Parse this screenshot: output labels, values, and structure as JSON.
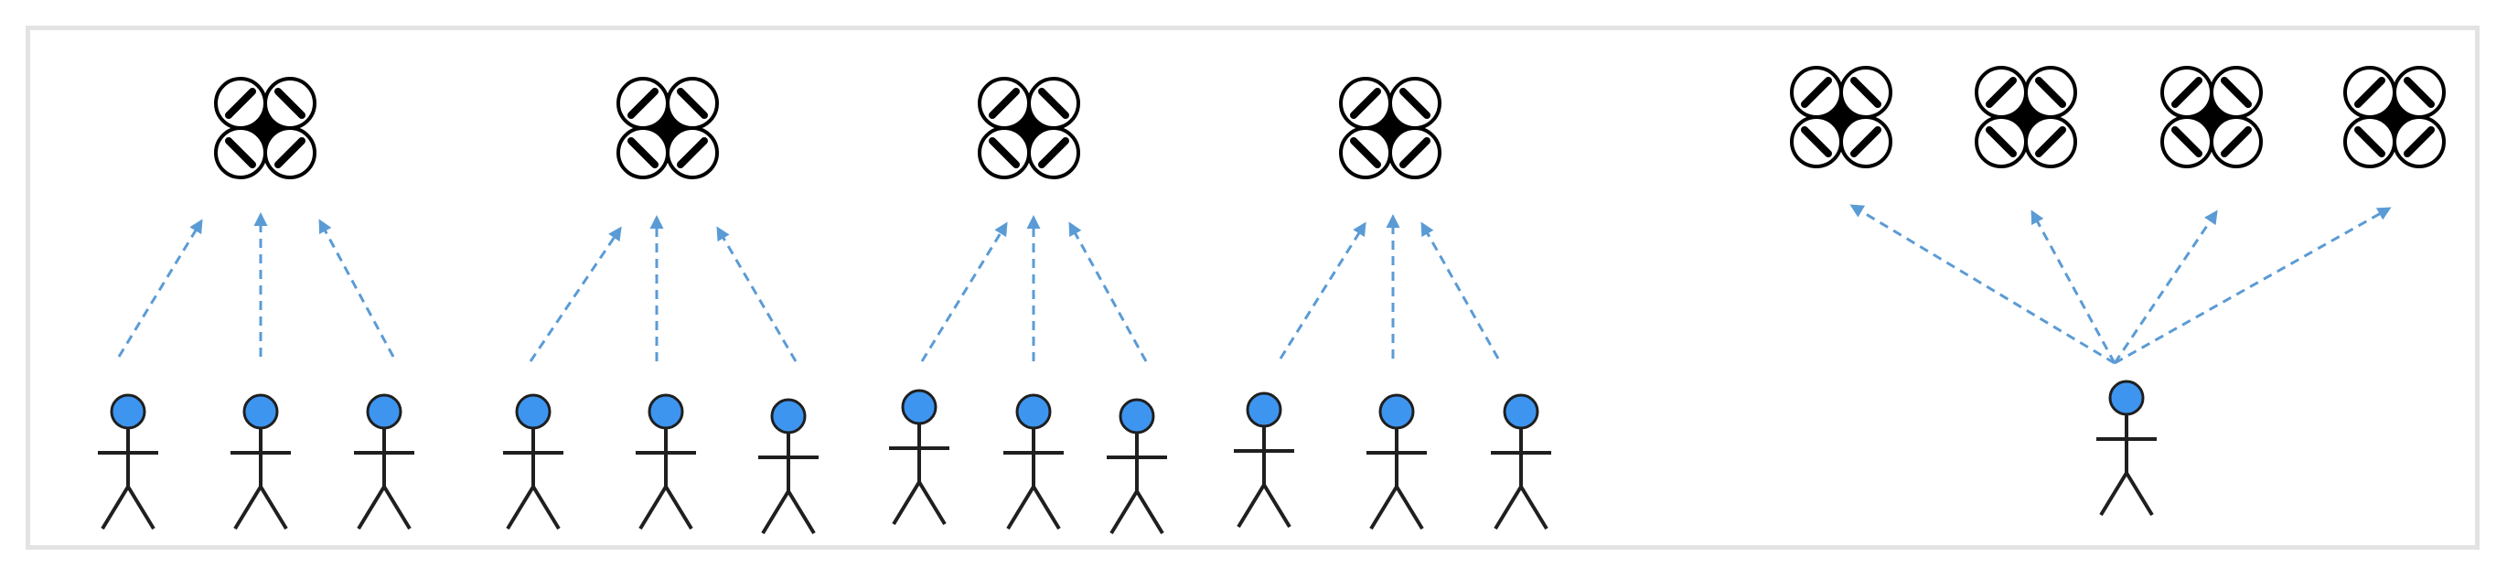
{
  "diagram": {
    "description_shown": false,
    "colors": {
      "frame_border": "#e3e3e3",
      "arrow": "#5b9bd5",
      "person_head": "#3d95f0",
      "person_outline": "#1f1f1f",
      "drone_body": "#000000"
    },
    "icons": {
      "drone": "quadcopter-drone-icon",
      "person": "stick-figure-person-icon",
      "arrow": "dashed-arrow-icon"
    },
    "left_section": {
      "groups": [
        {
          "people": 3,
          "drones": 1
        },
        {
          "people": 3,
          "drones": 1
        },
        {
          "people": 3,
          "drones": 1
        },
        {
          "people": 3,
          "drones": 1
        }
      ],
      "relation": "many-people-to-one-drone"
    },
    "right_section": {
      "people": 1,
      "drones": 4,
      "relation": "one-person-to-many-drones"
    }
  }
}
